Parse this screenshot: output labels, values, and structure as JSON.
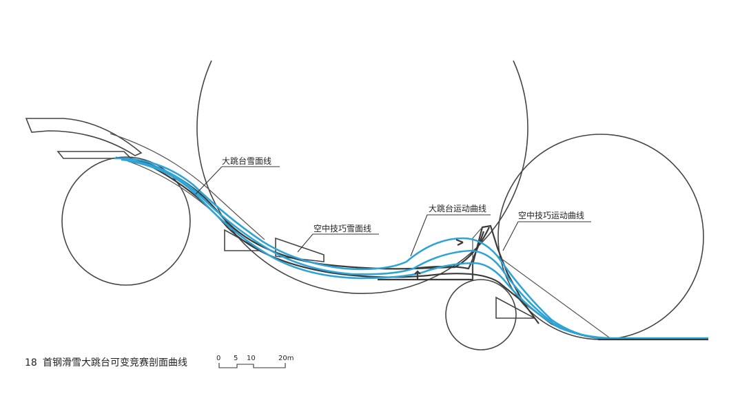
{
  "labels": {
    "big_jump_snow_surface": "大跳台雪面线",
    "aerials_snow_surface": "空中技巧雪面线",
    "big_jump_motion_curve": "大跳台运动曲线",
    "aerials_motion_curve": "空中技巧运动曲线"
  },
  "caption": {
    "number": "18",
    "title": "首钢滑雪大跳台可变竞赛剖面曲线"
  },
  "scale_bar": {
    "tick_0": "0",
    "tick_5": "5",
    "tick_10": "10",
    "tick_20": "20m"
  },
  "colors": {
    "outline": "#444444",
    "motion_curve": "#2ea3d6",
    "text": "#222222"
  }
}
